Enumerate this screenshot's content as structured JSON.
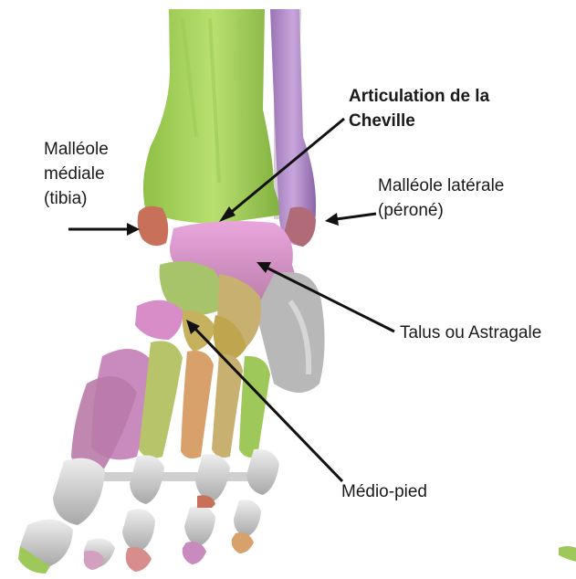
{
  "labels": {
    "articulation": "Articulation de la\nCheville",
    "malleole_mediale": "Malléole\nmédiale\n(tibia)",
    "malleole_laterale": "Malléole latérale\n(péroné)",
    "talus": "Talus ou Astragale",
    "medio_pied": "Médio-pied"
  },
  "colors": {
    "tibia": "#a9d65a",
    "fibula": "#b48cc8",
    "talus": "#d98cc8",
    "metatarsal_green": "#9fc85a",
    "metatarsal_pink": "#c98bbd",
    "metatarsal_orange": "#d8a06a",
    "metatarsal_yellow": "#c8b070",
    "cartilage": "#d9d9d9",
    "malleolus": "#c8705a"
  }
}
